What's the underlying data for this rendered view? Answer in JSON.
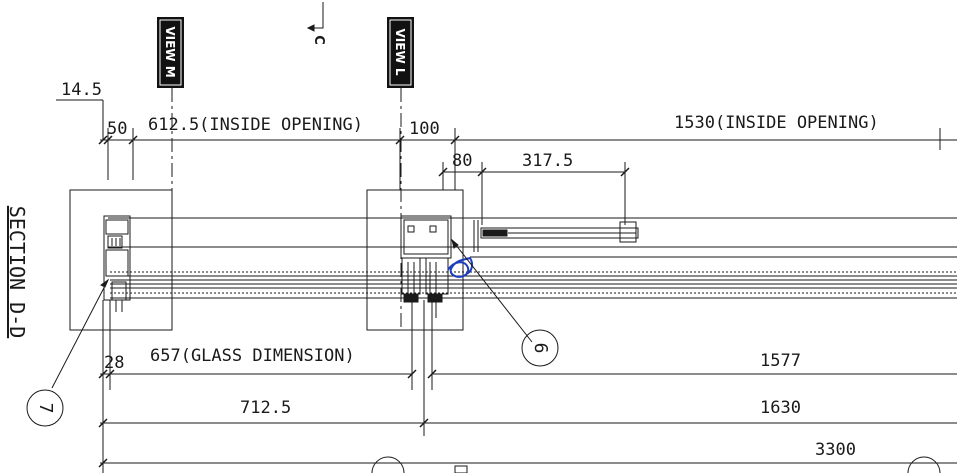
{
  "section_title": "SECTION D-D",
  "view_tags": {
    "view_m": "VIEW M",
    "view_l": "VIEW L"
  },
  "cut_marker": "C",
  "callouts": {
    "left": "7",
    "middle": "6"
  },
  "dimensions": {
    "d_14_5": "14.5",
    "d_50": "50",
    "inside_opening_left": "612.5(INSIDE OPENING)",
    "d_100": "100",
    "inside_opening_right": "1530(INSIDE OPENING)",
    "d_80": "80",
    "d_317_5": "317.5",
    "d_28": "28",
    "glass_dimension": "657(GLASS DIMENSION)",
    "d_1577": "1577",
    "d_712_5": "712.5",
    "d_1630": "1630",
    "d_3300": "3300"
  },
  "colors": {
    "line": "#1a1a1a",
    "tag_fill": "#111111",
    "marker_blue": "#1d3fbf"
  }
}
